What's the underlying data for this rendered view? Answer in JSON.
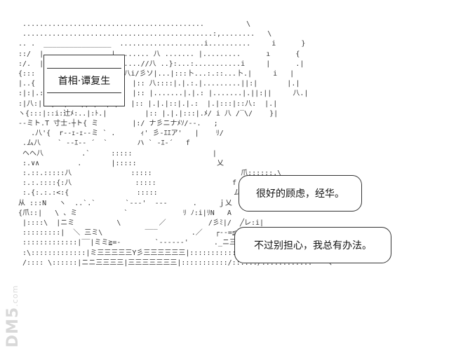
{
  "name_label": "首相·谭复生",
  "speech": [
    "很好的顾虑，经华。",
    "不过别担心，我总有办法。"
  ],
  "watermark": {
    "brand": "DM5",
    "suffix": ".com"
  }
}
